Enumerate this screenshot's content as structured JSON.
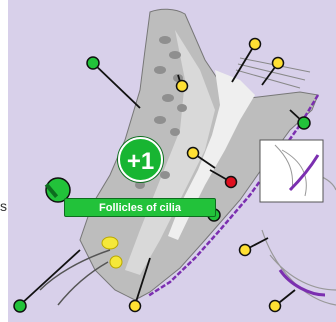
{
  "game": {
    "score_popup": "+1",
    "placed_label": "Follicles of cilia",
    "side_glyph": "s"
  },
  "colors": {
    "background": "#d8d0ea",
    "tissue_gray": "#a9a9a9",
    "tissue_light": "#d6d6d6",
    "tissue_white": "#f2f2f2",
    "membrane_purple": "#7b2fb0",
    "pin_yellow": "#ffe033",
    "pin_green": "#22c23a",
    "pin_red": "#e0101f",
    "label_green": "#22c23a",
    "gland_yellow": "#f5e83a"
  },
  "pins": [
    {
      "name": "pin-green-top-left",
      "color": "green",
      "status": "unanswered"
    },
    {
      "name": "pin-yellow-top-1",
      "color": "yellow",
      "status": "unanswered"
    },
    {
      "name": "pin-yellow-top-2",
      "color": "yellow",
      "status": "unanswered"
    },
    {
      "name": "pin-yellow-top-3",
      "color": "yellow",
      "status": "unanswered"
    },
    {
      "name": "pin-green-right",
      "color": "green",
      "status": "correct"
    },
    {
      "name": "pin-yellow-mid",
      "color": "yellow",
      "status": "unanswered"
    },
    {
      "name": "pin-red-mid",
      "color": "red",
      "status": "incorrect"
    },
    {
      "name": "pin-green-large-left",
      "color": "green",
      "status": "correct"
    },
    {
      "name": "pin-green-under-label",
      "color": "green",
      "status": "correct"
    },
    {
      "name": "pin-green-bottom-left",
      "color": "green",
      "status": "correct"
    },
    {
      "name": "pin-yellow-bottom-mid",
      "color": "yellow",
      "status": "unanswered"
    },
    {
      "name": "pin-yellow-bottom-right-1",
      "color": "yellow",
      "status": "unanswered"
    },
    {
      "name": "pin-yellow-bottom-right-2",
      "color": "yellow",
      "status": "unanswered"
    }
  ]
}
